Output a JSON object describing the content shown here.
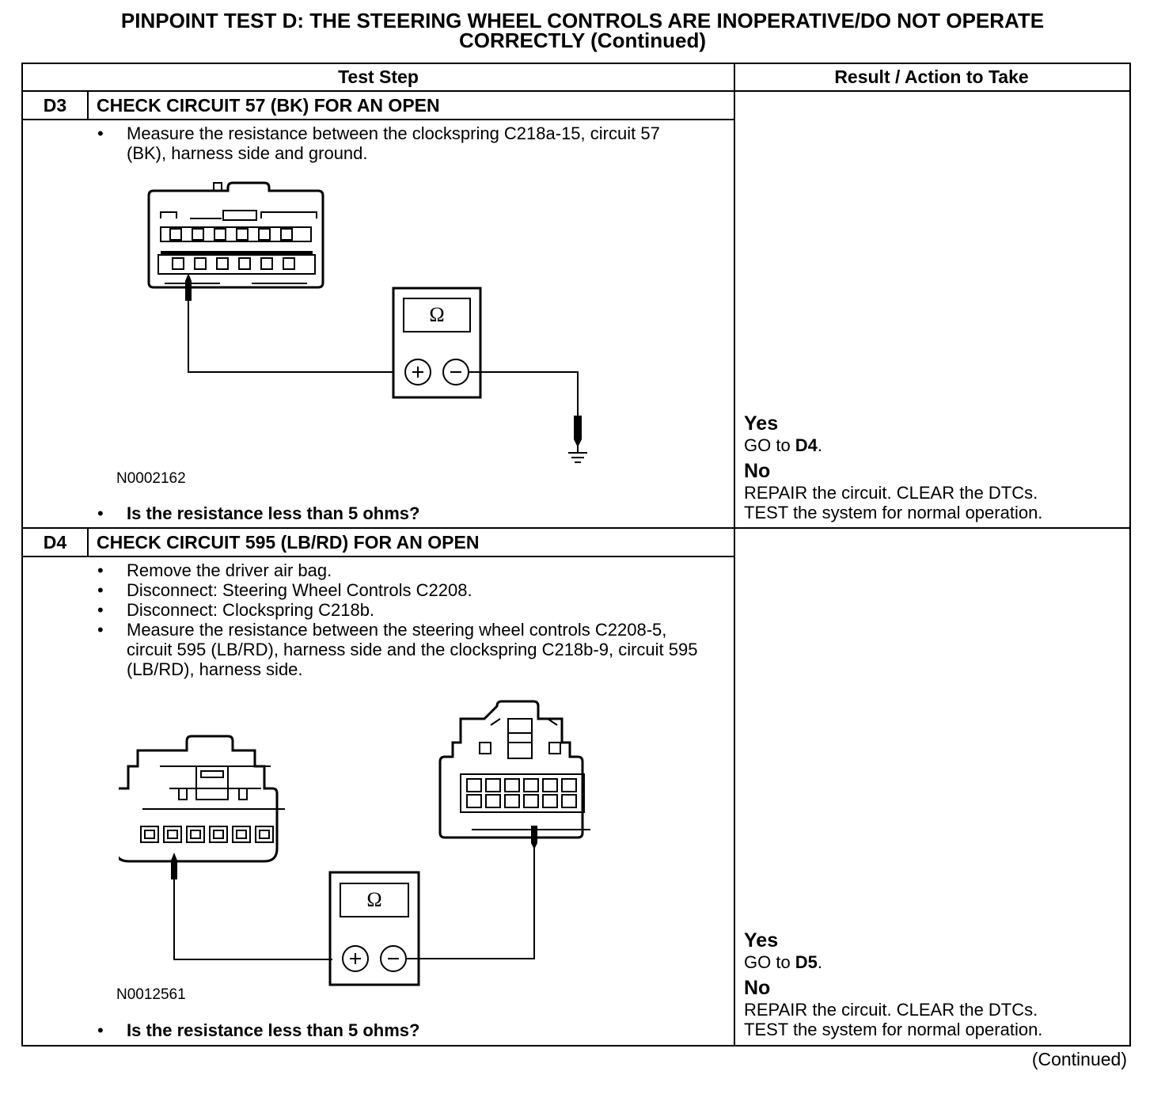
{
  "header": {
    "title_line1": "PINPOINT TEST D: THE STEERING WHEEL CONTROLS ARE INOPERATIVE/DO NOT OPERATE",
    "title_line2": "CORRECTLY (Continued)"
  },
  "table": {
    "col_test_step": "Test Step",
    "col_result": "Result / Action to Take"
  },
  "steps": [
    {
      "id": "D3",
      "title": "CHECK CIRCUIT 57 (BK) FOR AN OPEN",
      "instructions": [
        "Measure the resistance between the clockspring C218a-15, circuit 57 (BK), harness side and ground."
      ],
      "figure_id": "N0002162",
      "meter_symbol": "Ω",
      "question": "Is the resistance less than 5 ohms?",
      "yes_label": "Yes",
      "yes_action_prefix": "GO to ",
      "yes_target": "D4",
      "yes_suffix": ".",
      "no_label": "No",
      "no_action_line1": "REPAIR the circuit. CLEAR the DTCs.",
      "no_action_line2": "TEST the system for normal operation."
    },
    {
      "id": "D4",
      "title": "CHECK CIRCUIT 595 (LB/RD) FOR AN OPEN",
      "instructions": [
        "Remove the driver air bag.",
        "Disconnect: Steering Wheel Controls C2208.",
        "Disconnect: Clockspring C218b.",
        "Measure the resistance between the steering wheel controls C2208-5, circuit 595 (LB/RD), harness side and the clockspring C218b-9, circuit 595 (LB/RD), harness side."
      ],
      "figure_id": "N0012561",
      "meter_symbol": "Ω",
      "question": "Is the resistance less than 5 ohms?",
      "yes_label": "Yes",
      "yes_action_prefix": "GO to ",
      "yes_target": "D5",
      "yes_suffix": ".",
      "no_label": "No",
      "no_action_line1": "REPAIR the circuit. CLEAR the DTCs.",
      "no_action_line2": "TEST the system for normal operation."
    }
  ],
  "footer": {
    "continued": "(Continued)"
  }
}
